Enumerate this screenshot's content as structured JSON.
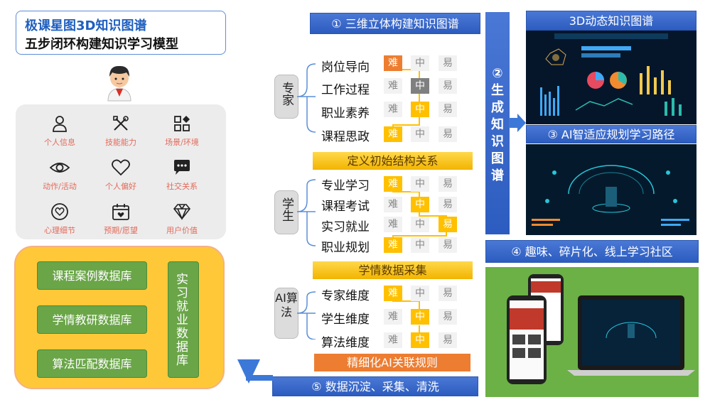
{
  "title": {
    "line1": "极课星图3D知识图谱",
    "line2": "五步闭环构建知识学习模型"
  },
  "profile_items": [
    {
      "label": "个人信息",
      "icon": "person-icon"
    },
    {
      "label": "技能能力",
      "icon": "tools-icon"
    },
    {
      "label": "场景/环境",
      "icon": "shapes-icon"
    },
    {
      "label": "动作/活动",
      "icon": "eye-icon"
    },
    {
      "label": "个人偏好",
      "icon": "heart-icon"
    },
    {
      "label": "社交关系",
      "icon": "chat-icon"
    },
    {
      "label": "心理细节",
      "icon": "heart-circle-icon"
    },
    {
      "label": "预期/愿望",
      "icon": "calendar-icon"
    },
    {
      "label": "用户价值",
      "icon": "diamond-icon"
    }
  ],
  "databases": {
    "course_case": "课程案例数据库",
    "teaching_research": "学情教研数据库",
    "algorithm_match": "算法匹配数据库",
    "internship": "实习就业数据库"
  },
  "steps": {
    "s1": "① 三维立体构建知识图谱",
    "s2_vertical": "②生成知识图谱",
    "s3": "③ AI智适应规划学习路径",
    "s4": "④ 趣味、碎片化、线上学习社区",
    "s5": "⑤ 数据沉淀、采集、清洗",
    "panel_3d": "3D动态知识图谱"
  },
  "sections": {
    "define_structure": "定义初始结构关系",
    "student_data": "学情数据采集",
    "ai_rules": "精细化AI关联规则"
  },
  "levels": {
    "hard": "难",
    "mid": "中",
    "easy": "易"
  },
  "groups": [
    {
      "category": "专家",
      "rows": [
        {
          "label": "岗位导向",
          "selected": "hard"
        },
        {
          "label": "工作过程",
          "selected": "mid"
        },
        {
          "label": "职业素养",
          "selected": "mid"
        },
        {
          "label": "课程思政",
          "selected": "hard"
        }
      ]
    },
    {
      "category": "学生",
      "rows": [
        {
          "label": "专业学习",
          "selected": "hard"
        },
        {
          "label": "课程考试",
          "selected": "mid"
        },
        {
          "label": "实习就业",
          "selected": "easy"
        },
        {
          "label": "职业规划",
          "selected": "hard"
        }
      ]
    },
    {
      "category": "AI算法",
      "rows": [
        {
          "label": "专家维度",
          "selected": "hard"
        },
        {
          "label": "学生维度",
          "selected": "mid"
        },
        {
          "label": "算法维度",
          "selected": "mid"
        }
      ]
    }
  ]
}
